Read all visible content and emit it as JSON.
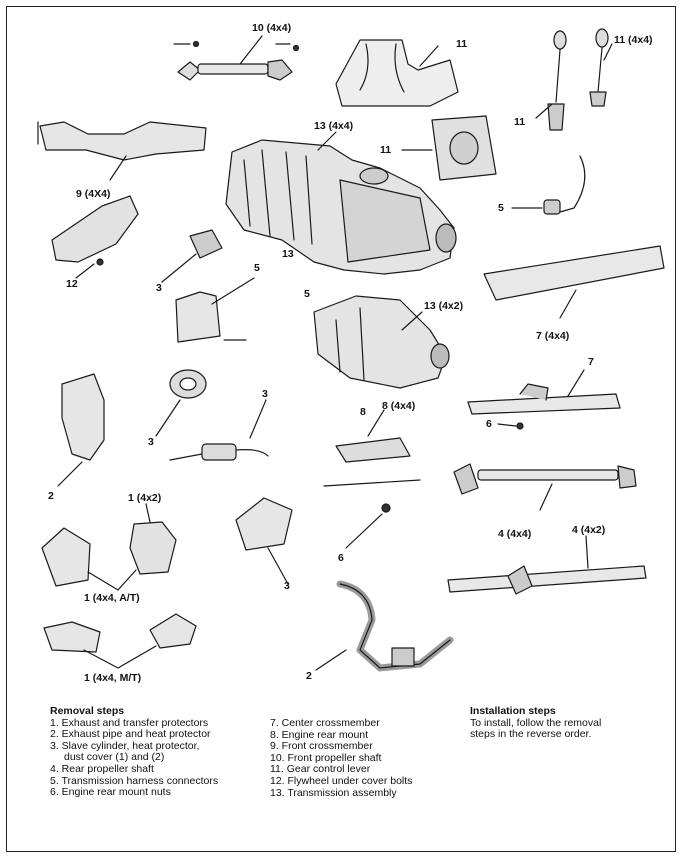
{
  "callouts": {
    "c10_4x4": "10 (4x4)",
    "c11_boot": "11",
    "c11_4x4_lever": "11 (4x4)",
    "c11_lever": "11",
    "c13_4x4": "13 (4x4)",
    "c11_plate": "11",
    "c9_4x4": "9 (4X4)",
    "c5_harness": "5",
    "c13_bolt": "13",
    "c5_bracket": "5",
    "c5_trans": "5",
    "c3_slave_a": "3",
    "c12": "12",
    "c13_4x2": "13 (4x2)",
    "c7_4x4": "7 (4x4)",
    "c7": "7",
    "c3_heat": "3",
    "c3_ring": "3",
    "c8_4x4": "8 (4x4)",
    "c8": "8",
    "c6_nut": "6",
    "c2_protector": "2",
    "c1_4x2": "1 (4x2)",
    "c6_mount": "6",
    "c3_shield": "3",
    "c4_4x4": "4 (4x4)",
    "c4_4x2": "4 (4x2)",
    "c1_at": "1 (4x4, A/T)",
    "c2_pipe": "2",
    "c1_mt": "1 (4x4, M/T)"
  },
  "removal": {
    "heading": "Removal steps",
    "steps_left": [
      "1. Exhaust and transfer protectors",
      "2. Exhaust pipe and heat protector",
      "3. Slave cylinder, heat protector,",
      "dust cover (1) and (2)",
      "4. Rear propeller shaft",
      "5. Transmission harness connectors",
      "6. Engine rear mount nuts"
    ],
    "steps_right": [
      "7. Center crossmember",
      "8. Engine rear mount",
      "9. Front crossmember",
      "10. Front propeller shaft",
      "11. Gear control lever",
      "12. Flywheel under cover bolts",
      "13. Transmission assembly"
    ]
  },
  "installation": {
    "heading": "Installation steps",
    "line1": "To install, follow the removal",
    "line2": "steps in the reverse order."
  }
}
